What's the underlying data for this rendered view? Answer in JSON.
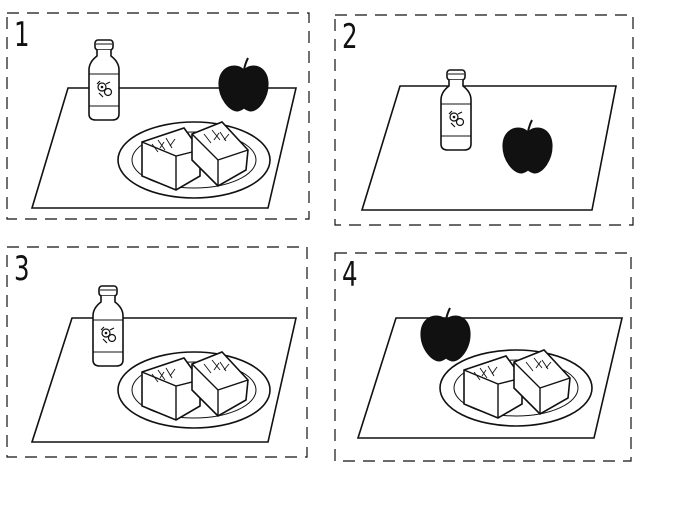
{
  "panels": [
    {
      "number": "1",
      "items": [
        "bottle",
        "apple",
        "bread"
      ]
    },
    {
      "number": "2",
      "items": [
        "bottle",
        "apple"
      ]
    },
    {
      "number": "3",
      "items": [
        "bottle",
        "bread"
      ]
    },
    {
      "number": "4",
      "items": [
        "apple",
        "bread"
      ]
    }
  ],
  "colors": {
    "ink": "#111111",
    "paper": "#ffffff"
  },
  "icons": [
    "bottle-icon",
    "apple-icon",
    "bread-plate-icon",
    "placemat"
  ]
}
